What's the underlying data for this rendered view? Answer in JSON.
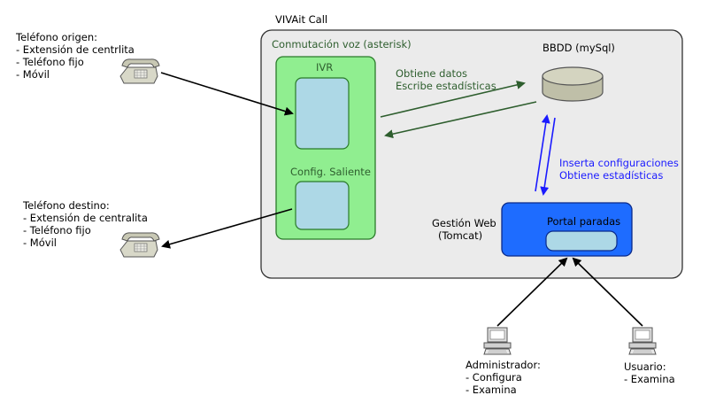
{
  "system": {
    "title": "VIVAit Call"
  },
  "switching": {
    "title": "Conmutación voz (asterisk)",
    "ivr_label": "IVR",
    "outgoing_label": "Config. Saliente"
  },
  "database": {
    "label": "BBDD (mySql)"
  },
  "db_to_switch": {
    "line1": "Obtiene datos",
    "line2": "Escribe estadísticas"
  },
  "web_to_db": {
    "line1": "Inserta configuraciones",
    "line2": "Obtiene estadísticas"
  },
  "web": {
    "title_line1": "Gestión Web",
    "title_line2": "(Tomcat)",
    "portal_label": "Portal paradas"
  },
  "origin_phone": {
    "title": "Teléfono origen:",
    "items": [
      "- Extensión de centrlita",
      "- Teléfono fijo",
      "- Móvil"
    ]
  },
  "dest_phone": {
    "title": "Teléfono destino:",
    "items": [
      "- Extensión de centralita",
      "- Teléfono fijo",
      "- Móvil"
    ]
  },
  "admin": {
    "title": "Administrador:",
    "items": [
      "- Configura",
      "- Examina"
    ]
  },
  "user": {
    "title": "Usuario:",
    "items": [
      "- Examina"
    ]
  },
  "colors": {
    "container_fill": "#ebebeb",
    "switch_fill": "#90ee90",
    "inner_box_fill": "#add8e6",
    "web_fill": "#1e6cff",
    "db_fill": "#bfbfa8",
    "green_arrow": "#2e5e2e",
    "blue_arrow": "#1a1aff"
  },
  "icons": [
    "telephone-icon",
    "computer-icon",
    "database-cylinder-icon"
  ]
}
